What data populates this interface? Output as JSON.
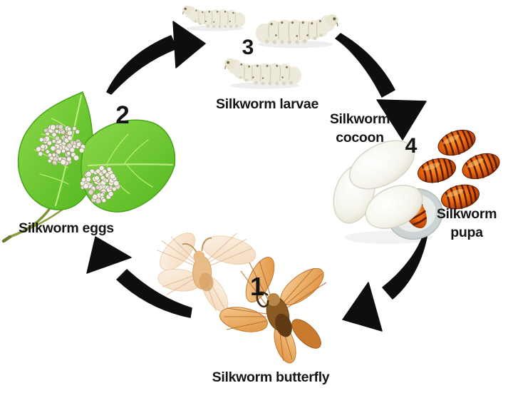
{
  "stages": {
    "butterfly": {
      "number": "1",
      "label": "Silkworm butterfly"
    },
    "eggs": {
      "number": "2",
      "label": "Silkworm eggs"
    },
    "larvae": {
      "number": "3",
      "label": "Silkworm larvae"
    },
    "cocoon": {
      "number": "4",
      "label_line1": "Silkworm",
      "label_line2": "cocoon"
    },
    "pupa": {
      "label_line1": "Silkworm",
      "label_line2": "pupa"
    }
  },
  "colors": {
    "background": "#ffffff",
    "text": "#151515",
    "arrow": "#0e0e0e",
    "leaf_green": "#5fbe27",
    "leaf_vein": "#b9ea7c",
    "egg_white": "#f2f0e4",
    "larva_cream": "#edeadb",
    "cocoon_white": "#f4f3ea",
    "pupa_orange": "#ed6c0e",
    "pupa_stripe": "#5e1c05",
    "moth_pale": "#f8e8d4",
    "moth_orange": "#e9a55d"
  }
}
